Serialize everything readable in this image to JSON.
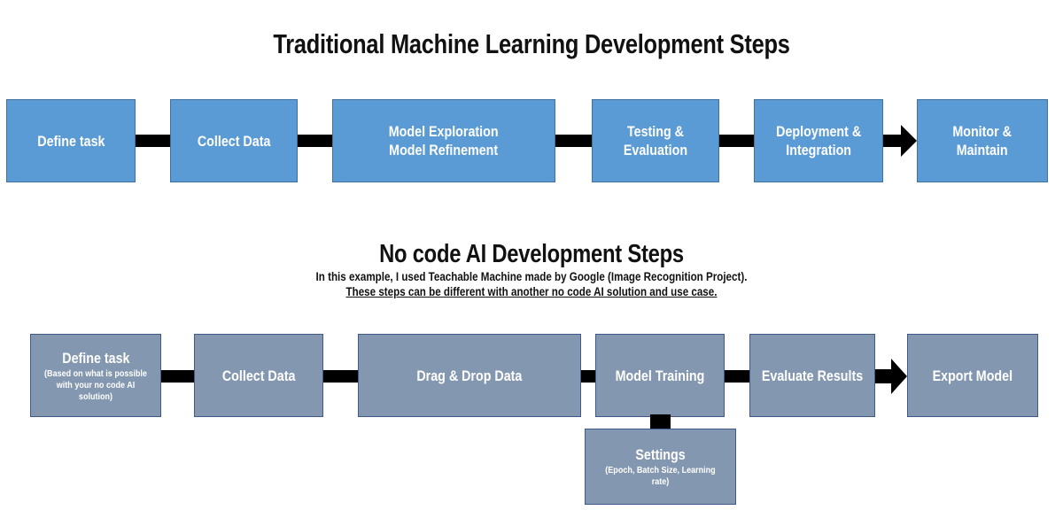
{
  "page": {
    "background_color": "#ffffff",
    "text_color": "#111111"
  },
  "colors": {
    "traditional_box_fill": "#5B9BD5",
    "traditional_box_border": "#41719C",
    "nocode_box_fill": "#8497B0",
    "nocode_box_border": "#3F5A8A",
    "connector": "#000000",
    "box_text": "#FFFFFF"
  },
  "sections": {
    "traditional": {
      "title": "Traditional Machine Learning Development Steps",
      "steps": [
        {
          "label": "Define task",
          "sublabel": ""
        },
        {
          "label": "Collect Data",
          "sublabel": ""
        },
        {
          "label": "Model Exploration\nModel Refinement",
          "sublabel": ""
        },
        {
          "label": "Testing &\nEvaluation",
          "sublabel": ""
        },
        {
          "label": "Deployment &\nIntegration",
          "sublabel": ""
        },
        {
          "label": "Monitor &\nMaintain",
          "sublabel": ""
        }
      ]
    },
    "nocode": {
      "title": "No code AI Development Steps",
      "subtitle_line1": "In this example, I used Teachable Machine made by Google (Image Recognition Project).",
      "subtitle_line2": "These steps can be different with another no code AI solution and use case.",
      "steps": [
        {
          "label": "Define task",
          "sublabel": "(Based on what is possible\nwith your no code AI solution)"
        },
        {
          "label": "Collect Data",
          "sublabel": ""
        },
        {
          "label": "Drag & Drop Data",
          "sublabel": ""
        },
        {
          "label": "Model Training",
          "sublabel": ""
        },
        {
          "label": "Evaluate Results",
          "sublabel": ""
        },
        {
          "label": "Export Model",
          "sublabel": ""
        }
      ],
      "branch": {
        "label": "Settings",
        "sublabel": "(Epoch, Batch Size, Learning rate)",
        "parent_step": "Model Training"
      }
    }
  }
}
